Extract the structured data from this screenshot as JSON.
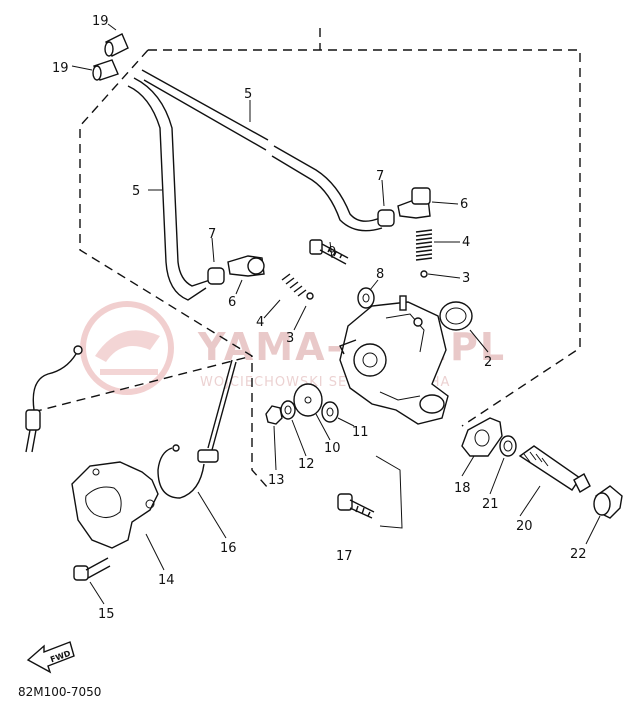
{
  "diagram_code": "82M100-7050",
  "watermark": {
    "main": "YAMA-SER.PL",
    "sub": "WOJCIECHOWSKI SERWIS YAMAHA"
  },
  "fwd_label": "FWD",
  "labels": {
    "p2": "2",
    "p3a": "3",
    "p3b": "3",
    "p4a": "4",
    "p4b": "4",
    "p5a": "5",
    "p5b": "5",
    "p6a": "6",
    "p6b": "6",
    "p7a": "7",
    "p7b": "7",
    "p8": "8",
    "p9": "9",
    "p10": "10",
    "p11": "11",
    "p12": "12",
    "p13": "13",
    "p14": "14",
    "p15": "15",
    "p16": "16",
    "p17": "17",
    "p18": "18",
    "p19a": "19",
    "p19b": "19",
    "p20": "20",
    "p21": "21",
    "p22": "22"
  }
}
